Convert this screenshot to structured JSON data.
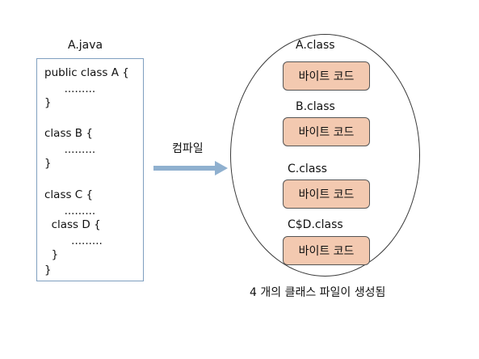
{
  "source": {
    "filename": "A.java",
    "lines": [
      "public class A {",
      "  .........",
      "}",
      "",
      "class B {",
      "  .........",
      "}",
      "",
      "class C {",
      "  .........",
      "  class D {",
      "    .........",
      "  }",
      "}"
    ]
  },
  "compile_label": "컴파일",
  "outputs": [
    {
      "filename": "A.class",
      "content": "바이트 코드"
    },
    {
      "filename": "B.class",
      "content": "바이트 코드"
    },
    {
      "filename": "C.class",
      "content": "바이트 코드"
    },
    {
      "filename": "C$D.class",
      "content": "바이트 코드"
    }
  ],
  "caption": "4 개의 클래스 파일이 생성됨",
  "colors": {
    "bytecode_fill": "#f3c9b0",
    "arrow": "#8fb0cf",
    "source_border": "#7f9fbf"
  }
}
